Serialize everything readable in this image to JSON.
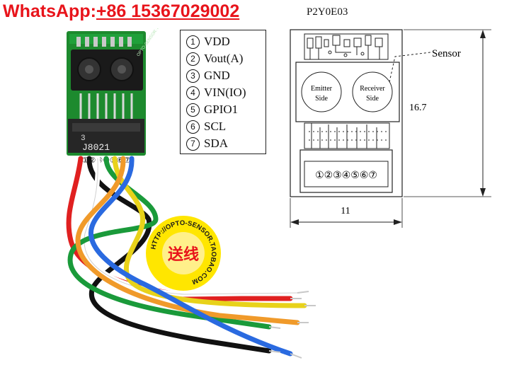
{
  "header": {
    "whatsapp_prefix": "WhatsApp:",
    "whatsapp_number": "+86 15367029002",
    "model": "P2Y0E03"
  },
  "pinout": [
    {
      "num": "1",
      "name": "VDD"
    },
    {
      "num": "2",
      "name": "Vout(A)"
    },
    {
      "num": "3",
      "name": "GND"
    },
    {
      "num": "4",
      "name": "VIN(IO)"
    },
    {
      "num": "5",
      "name": "GPIO1"
    },
    {
      "num": "6",
      "name": "SCL"
    },
    {
      "num": "7",
      "name": "SDA"
    }
  ],
  "diagram": {
    "sensor_label": "Sensor",
    "emitter_line1": "Emitter",
    "emitter_line2": "Side",
    "receiver_line1": "Receiver",
    "receiver_line2": "Side",
    "height_dim": "16.7",
    "width_dim": "11",
    "connector_pins": "①②③④⑤⑥⑦"
  },
  "board": {
    "connector_mark": "J8021",
    "pin_mark": "3",
    "pin_numbers": "①②③④⑤⑥⑦",
    "silk_text": "OPTO-SENSOR.TAOBAO"
  },
  "stamp": {
    "arc_text": "HTTP://OPTO-SENSOR.TAOBAO.COM",
    "center_text": "送线"
  },
  "colors": {
    "whatsapp": "#e8141b",
    "pcb": "#1d8a2e",
    "stamp": "#ffe600",
    "wires": [
      "#e02020",
      "#111111",
      "#ffffff",
      "#1a9a3a",
      "#e8d21a",
      "#f09a2a",
      "#2a6ae0"
    ]
  }
}
